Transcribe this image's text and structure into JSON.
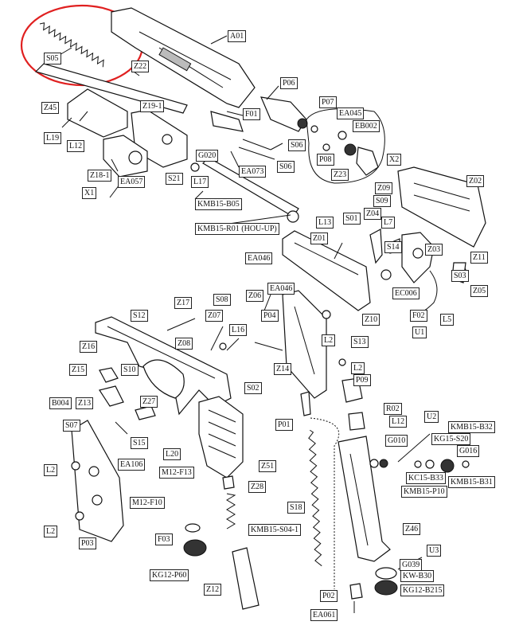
{
  "diagram": {
    "labels": {
      "A01": "A01",
      "S05": "S05",
      "Z22": "Z22",
      "Z45": "Z45",
      "L19": "L19",
      "L12a": "L12",
      "Z19_1": "Z19-1",
      "P06": "P06",
      "P07": "P07",
      "EA045": "EA045",
      "EB002": "EB002",
      "F01": "F01",
      "S06a": "S06",
      "S06b": "S06",
      "EA073": "EA073",
      "P08": "P08",
      "X2": "X2",
      "Z23": "Z23",
      "G020": "G020",
      "Z18_1": "Z18-1",
      "EA057": "EA057",
      "X1": "X1",
      "S21": "S21",
      "L17": "L17",
      "KMB15_B05": "KMB15-B05",
      "KMB15_R01": "KMB15-R01 (HOU-UP)",
      "Z02": "Z02",
      "Z09": "Z09",
      "S09": "S09",
      "L13": "L13",
      "S01": "S01",
      "Z04": "Z04",
      "L7": "L7",
      "Z01": "Z01",
      "S14": "S14",
      "Z03": "Z03",
      "Z11": "Z11",
      "EA046a": "EA046",
      "EA046b": "EA046",
      "S03": "S03",
      "EC006": "EC006",
      "Z05": "Z05",
      "Z10": "Z10",
      "F02": "F02",
      "L5": "L5",
      "U1": "U1",
      "S12": "S12",
      "Z17": "Z17",
      "S08": "S08",
      "Z06": "Z06",
      "Z07": "Z07",
      "P04": "P04",
      "L16": "L16",
      "Z08": "Z08",
      "Z14": "Z14",
      "L2a": "L2",
      "S13": "S13",
      "Z16": "Z16",
      "S10": "S10",
      "L2b": "L2",
      "Z15": "Z15",
      "S02": "S02",
      "P09": "P09",
      "B004": "B004",
      "Z27": "Z27",
      "Z13": "Z13",
      "S07": "S07",
      "R02": "R02",
      "P01": "P01",
      "L12b": "L12",
      "U2": "U2",
      "KMB15_B32": "KMB15-B32",
      "G010": "G010",
      "KG15_S20": "KG15-S20",
      "G016": "G016",
      "S15": "S15",
      "L20": "L20",
      "EA106": "EA106",
      "M12_F13": "M12-F13",
      "Z51": "Z51",
      "KC15_B33": "KC15-B33",
      "KMB15_B31": "KMB15-B31",
      "KMB15_P10": "KMB15-P10",
      "L2c": "L2",
      "Z28": "Z28",
      "M12_F10": "M12-F10",
      "S18": "S18",
      "L2d": "L2",
      "KMB15_S04_1": "KMB15-S04-1",
      "Z46": "Z46",
      "P03": "P03",
      "F03": "F03",
      "KG12_P60": "KG12-P60",
      "U3": "U3",
      "G039": "G039",
      "KW_B30": "KW-B30",
      "Z12": "Z12",
      "KG12_B215": "KG12-B215",
      "P02": "P02",
      "EA061": "EA061"
    },
    "highlight_color": "#e02020",
    "line_color": "#111111"
  }
}
